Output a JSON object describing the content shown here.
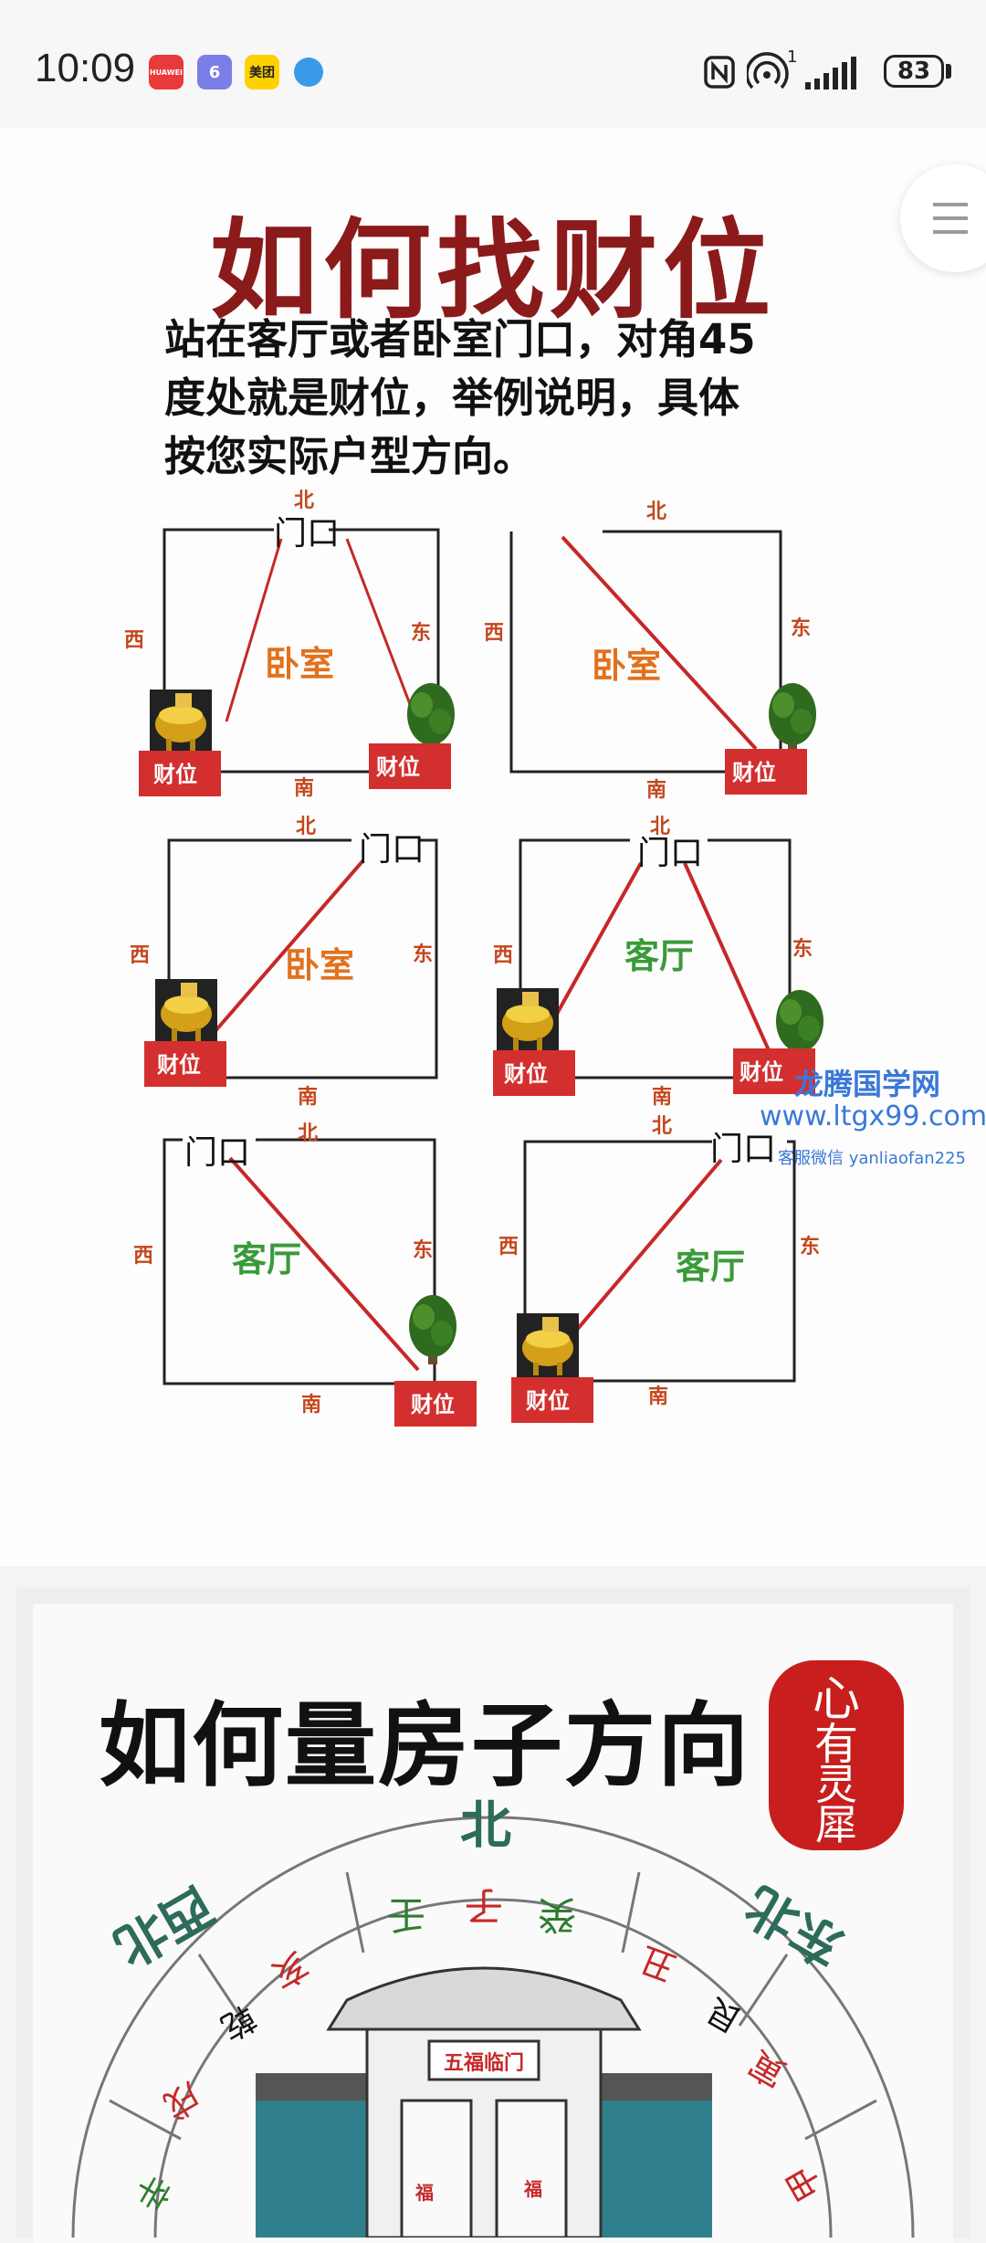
{
  "status_bar": {
    "time": "10:09",
    "apps": [
      "HUAWEI",
      "6",
      "美团",
      ""
    ],
    "battery": "83",
    "signal_sup": "1"
  },
  "article": {
    "title": "如何找财位",
    "intro_lines": [
      "站在客厅或者卧室门口，对角45",
      "度处就是财位，举例说明，具体",
      "按您实际户型方向。"
    ],
    "diagrams": [
      {
        "room": "卧室",
        "door": "门口",
        "n": "北",
        "s": "南",
        "e": "东",
        "w": "西",
        "wealth": [
          "财位",
          "财位"
        ]
      },
      {
        "room": "卧室",
        "n": "北",
        "s": "南",
        "e": "东",
        "w": "西",
        "wealth": [
          "财位"
        ]
      },
      {
        "room": "卧室",
        "door": "门口",
        "n": "北",
        "s": "南",
        "e": "东",
        "w": "西",
        "wealth": [
          "财位"
        ]
      },
      {
        "room": "客厅",
        "door": "门口",
        "n": "北",
        "s": "南",
        "e": "东",
        "w": "西",
        "wealth": [
          "财位",
          "财位"
        ]
      },
      {
        "room": "客厅",
        "door": "门口",
        "n": "北",
        "s": "南",
        "e": "东",
        "w": "西",
        "wealth": [
          "财位"
        ]
      },
      {
        "room": "客厅",
        "door": "门口",
        "n": "北",
        "s": "南",
        "e": "东",
        "w": "西",
        "wealth": [
          "财位"
        ]
      }
    ],
    "watermark": {
      "name": "龙腾国学网",
      "url": "www.ltgx99.com",
      "contact": "客服微信 yanliaofan225"
    }
  },
  "section2": {
    "title": "如何量房子方向",
    "seal_text": [
      "心",
      "有",
      "灵",
      "犀"
    ],
    "compass": {
      "north": "北",
      "northeast": "东北",
      "northwest": "西北",
      "ring_north": [
        "壬",
        "子",
        "癸"
      ],
      "ring_ne": [
        "丑",
        "艮",
        "寅"
      ],
      "ring_nw": [
        "亥",
        "乾",
        "戌"
      ],
      "east_partial": "甲",
      "west_partial": "辛",
      "gate": "五福临门",
      "fu": "福"
    }
  }
}
